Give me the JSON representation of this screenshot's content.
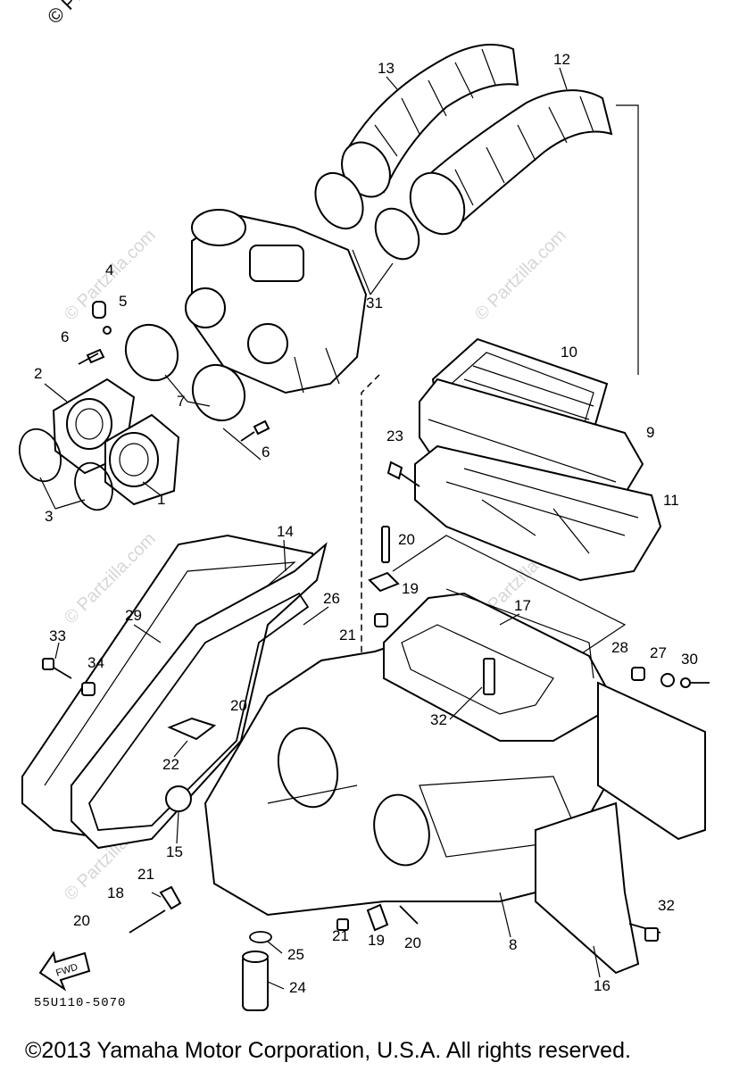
{
  "corner_watermark": "© Partzilla",
  "watermark_text": "© Partzilla.com",
  "diagram_code": "55U110-5070",
  "copyright": "©2013 Yamaha Motor Corporation, U.S.A. All rights reserved.",
  "fwd_arrow_label": "FWD",
  "callouts": [
    "13",
    "12",
    "31",
    "4",
    "5",
    "6",
    "2",
    "7",
    "10",
    "9",
    "23",
    "11",
    "3",
    "1",
    "6",
    "14",
    "20",
    "29",
    "26",
    "19",
    "17",
    "33",
    "34",
    "21",
    "28",
    "27",
    "30",
    "20",
    "32",
    "22",
    "15",
    "21",
    "18",
    "25",
    "20",
    "21",
    "19",
    "20",
    "8",
    "32",
    "24",
    "16"
  ]
}
